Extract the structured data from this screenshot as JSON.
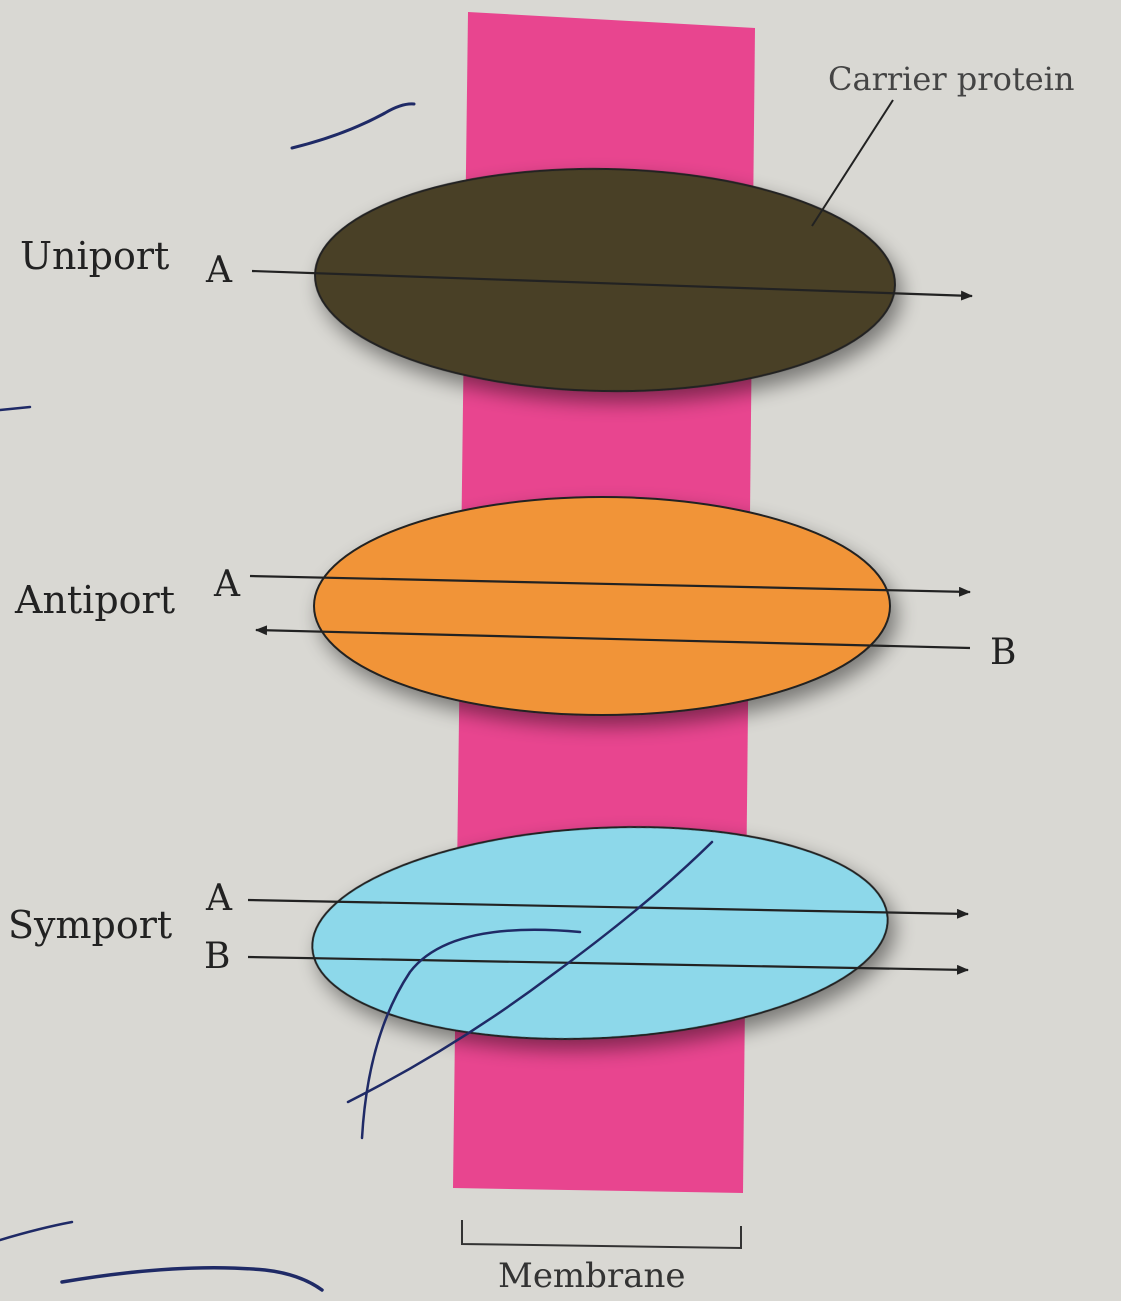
{
  "colors": {
    "page": "#d9d8d3",
    "membrane": "#e8458f",
    "uniport_carrier": "#4a3f26",
    "antiport_carrier": "#f19437",
    "symport_carrier": "#8dd8ea",
    "ink": "#222222",
    "pen_ink": "#1f2a66"
  },
  "labels": {
    "carrier_protein": "Carrier protein",
    "membrane": "Membrane",
    "uniport": "Uniport",
    "antiport": "Antiport",
    "symport": "Symport"
  },
  "uniport": {
    "in_label": "A"
  },
  "antiport": {
    "in_label": "A",
    "out_label": "B"
  },
  "symport": {
    "in_label_1": "A",
    "in_label_2": "B"
  }
}
